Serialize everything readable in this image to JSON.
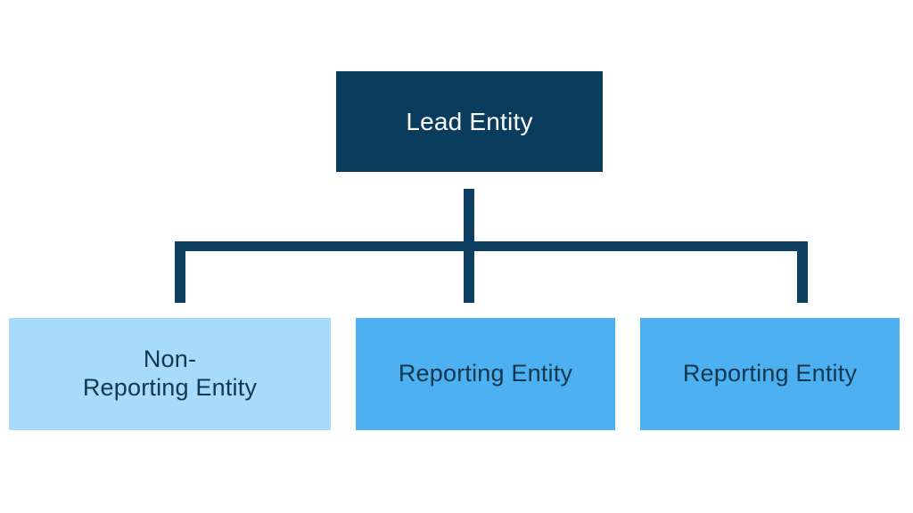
{
  "diagram": {
    "type": "hierarchy-org-chart",
    "background_color": "#ffffff",
    "connector_color": "#0f3f60",
    "root": {
      "label": "Lead Entity",
      "fill_color": "#0a3c5e",
      "text_color": "#ffffff"
    },
    "children": [
      {
        "label_line1": "Non-",
        "label_line2": "Reporting Entity",
        "fill_color": "#a6dbfc",
        "text_color": "#12374f"
      },
      {
        "label": "Reporting Entity",
        "fill_color": "#4db0f0",
        "text_color": "#12374f"
      },
      {
        "label": "Reporting Entity",
        "fill_color": "#4db0f0",
        "text_color": "#12374f"
      }
    ]
  }
}
